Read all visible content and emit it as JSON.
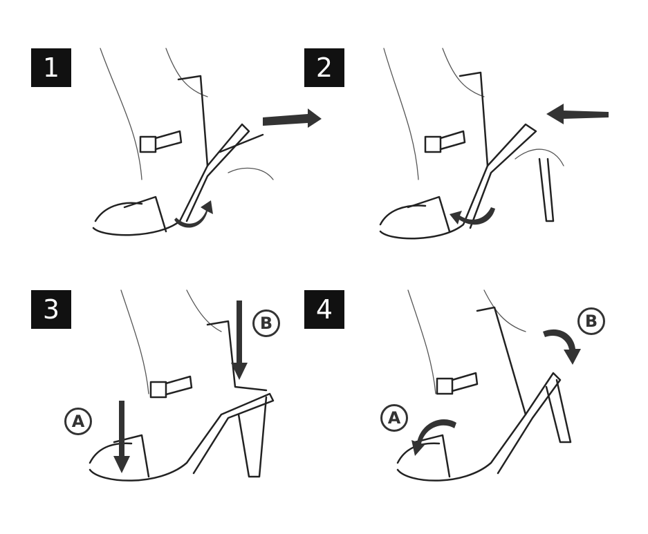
{
  "steps": [
    {
      "number": "1"
    },
    {
      "number": "2"
    },
    {
      "number": "3",
      "labels": [
        "A",
        "B"
      ]
    },
    {
      "number": "4",
      "labels": [
        "A",
        "B"
      ]
    }
  ],
  "colors": {
    "ink": "#222222",
    "badge": "#111111"
  }
}
